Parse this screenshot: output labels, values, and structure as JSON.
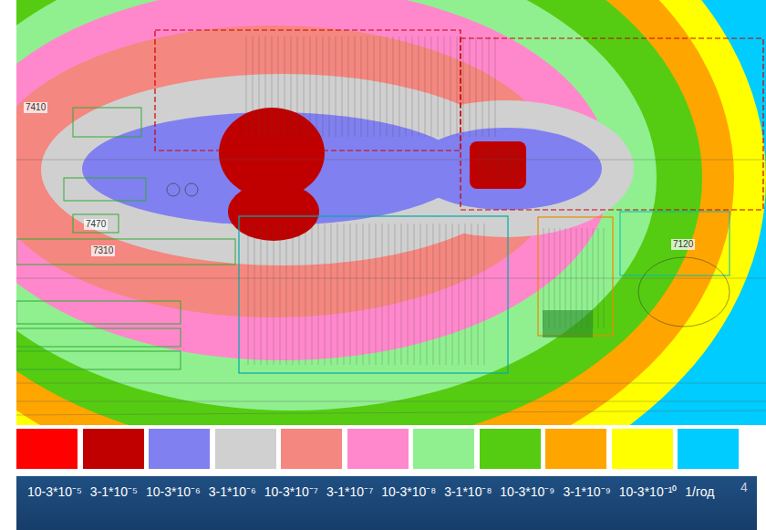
{
  "diagram": {
    "labels": [
      "7410",
      "7470",
      "7310",
      "7120",
      "1/год",
      "4"
    ],
    "legend": [
      {
        "text": "10-3*10⁻⁵",
        "color": "#ff0000"
      },
      {
        "text": "3-1*10⁻⁵",
        "color": "#c00000"
      },
      {
        "text": "10-3*10⁻⁶",
        "color": "#8080f0"
      },
      {
        "text": "3-1*10⁻⁶",
        "color": "#d0d0d0"
      },
      {
        "text": "10-3*10⁻⁷",
        "color": "#f4877f"
      },
      {
        "text": "3-1*10⁻⁷",
        "color": "#ff88cc"
      },
      {
        "text": "10-3*10⁻⁸",
        "color": "#90f090"
      },
      {
        "text": "3-1*10⁻⁸",
        "color": "#55cc11"
      },
      {
        "text": "10-3*10⁻⁹",
        "color": "#ffa500"
      },
      {
        "text": "3-1*10⁻⁹",
        "color": "#ffff00"
      },
      {
        "text": "10-3*10⁻¹⁰",
        "color": "#00ccff"
      }
    ]
  }
}
